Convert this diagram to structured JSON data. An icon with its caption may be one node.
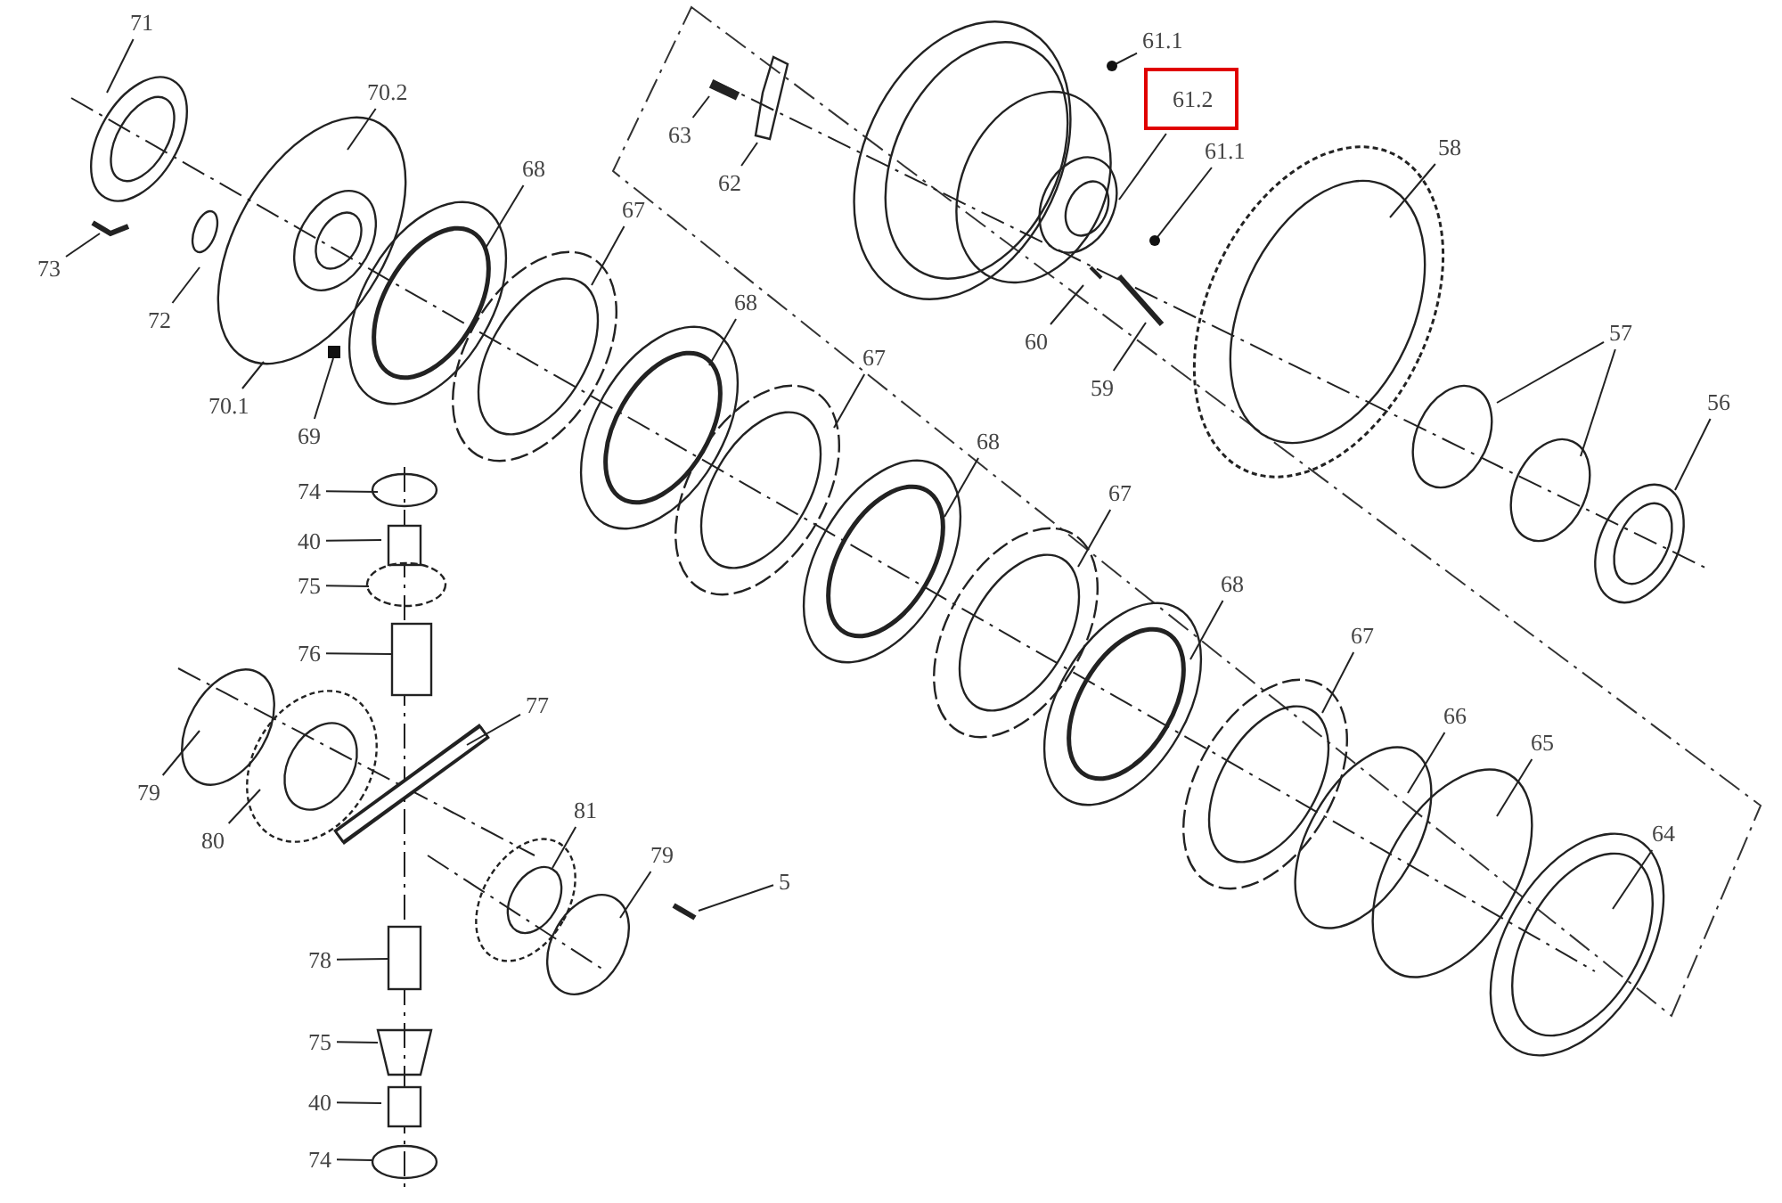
{
  "diagram": {
    "nodes": [
      {
        "text": [
          "71"
        ]
      },
      {
        "text": [
          "70.2"
        ]
      },
      {
        "text": [
          "68"
        ]
      },
      {
        "text": [
          "67"
        ]
      },
      {
        "text": [
          "73"
        ]
      },
      {
        "text": [
          "72"
        ]
      },
      {
        "text": [
          "70.1"
        ]
      },
      {
        "text": [
          "69"
        ]
      },
      {
        "text": [
          "63"
        ]
      },
      {
        "text": [
          "62"
        ]
      },
      {
        "text": [
          "61.1"
        ]
      },
      {
        "text": [
          "61.2"
        ]
      },
      {
        "text": [
          "61.1"
        ]
      },
      {
        "text": [
          "60"
        ]
      },
      {
        "text": [
          "59"
        ]
      },
      {
        "text": [
          "58"
        ]
      },
      {
        "text": [
          "57"
        ]
      },
      {
        "text": [
          "56"
        ]
      },
      {
        "text": [
          "68"
        ]
      },
      {
        "text": [
          "67"
        ]
      },
      {
        "text": [
          "68"
        ]
      },
      {
        "text": [
          "67"
        ]
      },
      {
        "text": [
          "68"
        ]
      },
      {
        "text": [
          "67"
        ]
      },
      {
        "text": [
          "66"
        ]
      },
      {
        "text": [
          "65"
        ]
      },
      {
        "text": [
          "64"
        ]
      },
      {
        "text": [
          "74"
        ]
      },
      {
        "text": [
          "40"
        ]
      },
      {
        "text": [
          "75"
        ]
      },
      {
        "text": [
          "76"
        ]
      },
      {
        "text": [
          "77"
        ]
      },
      {
        "text": [
          "79"
        ]
      },
      {
        "text": [
          "80"
        ]
      },
      {
        "text": [
          "81"
        ]
      },
      {
        "text": [
          "79"
        ]
      },
      {
        "text": [
          "5"
        ]
      },
      {
        "text": [
          "78"
        ]
      },
      {
        "text": [
          "75"
        ]
      },
      {
        "text": [
          "40"
        ]
      },
      {
        "text": [
          "74"
        ]
      }
    ],
    "edges": [
      {
        "from": 0,
        "to": null,
        "arrow": "none"
      },
      {
        "from": 1,
        "to": null,
        "arrow": "none"
      },
      {
        "from": 2,
        "to": null,
        "arrow": "none"
      },
      {
        "from": 3,
        "to": null,
        "arrow": "none"
      },
      {
        "from": 4,
        "to": null,
        "arrow": "none"
      },
      {
        "from": 5,
        "to": null,
        "arrow": "none"
      },
      {
        "from": 6,
        "to": null,
        "arrow": "none"
      },
      {
        "from": 7,
        "to": null,
        "arrow": "none"
      },
      {
        "from": 8,
        "to": null,
        "arrow": "none"
      },
      {
        "from": 9,
        "to": null,
        "arrow": "none"
      },
      {
        "from": 10,
        "to": null,
        "arrow": "other"
      },
      {
        "from": 11,
        "to": null,
        "arrow": "none"
      },
      {
        "from": 12,
        "to": null,
        "arrow": "other"
      },
      {
        "from": 13,
        "to": null,
        "arrow": "none"
      },
      {
        "from": 14,
        "to": null,
        "arrow": "none"
      },
      {
        "from": 15,
        "to": null,
        "arrow": "none"
      },
      {
        "from": 16,
        "to": null,
        "arrow": "none"
      },
      {
        "from": 16,
        "to": null,
        "arrow": "none"
      },
      {
        "from": 17,
        "to": null,
        "arrow": "none"
      },
      {
        "from": 18,
        "to": null,
        "arrow": "none"
      },
      {
        "from": 19,
        "to": null,
        "arrow": "none"
      },
      {
        "from": 20,
        "to": null,
        "arrow": "none"
      },
      {
        "from": 21,
        "to": null,
        "arrow": "none"
      },
      {
        "from": 22,
        "to": null,
        "arrow": "none"
      },
      {
        "from": 23,
        "to": null,
        "arrow": "none"
      },
      {
        "from": 24,
        "to": null,
        "arrow": "none"
      },
      {
        "from": 25,
        "to": null,
        "arrow": "none"
      },
      {
        "from": 26,
        "to": null,
        "arrow": "none"
      },
      {
        "from": 27,
        "to": null,
        "arrow": "none"
      },
      {
        "from": 28,
        "to": null,
        "arrow": "none"
      },
      {
        "from": 29,
        "to": null,
        "arrow": "none"
      },
      {
        "from": 30,
        "to": null,
        "arrow": "none"
      },
      {
        "from": 31,
        "to": null,
        "arrow": "none"
      },
      {
        "from": 32,
        "to": null,
        "arrow": "none"
      },
      {
        "from": 33,
        "to": null,
        "arrow": "none"
      },
      {
        "from": 34,
        "to": null,
        "arrow": "none"
      },
      {
        "from": 35,
        "to": null,
        "arrow": "none"
      },
      {
        "from": 36,
        "to": null,
        "arrow": "none"
      },
      {
        "from": 37,
        "to": null,
        "arrow": "none"
      },
      {
        "from": 38,
        "to": null,
        "arrow": "none"
      },
      {
        "from": 39,
        "to": null,
        "arrow": "none"
      },
      {
        "from": 40,
        "to": null,
        "arrow": "none"
      }
    ]
  }
}
